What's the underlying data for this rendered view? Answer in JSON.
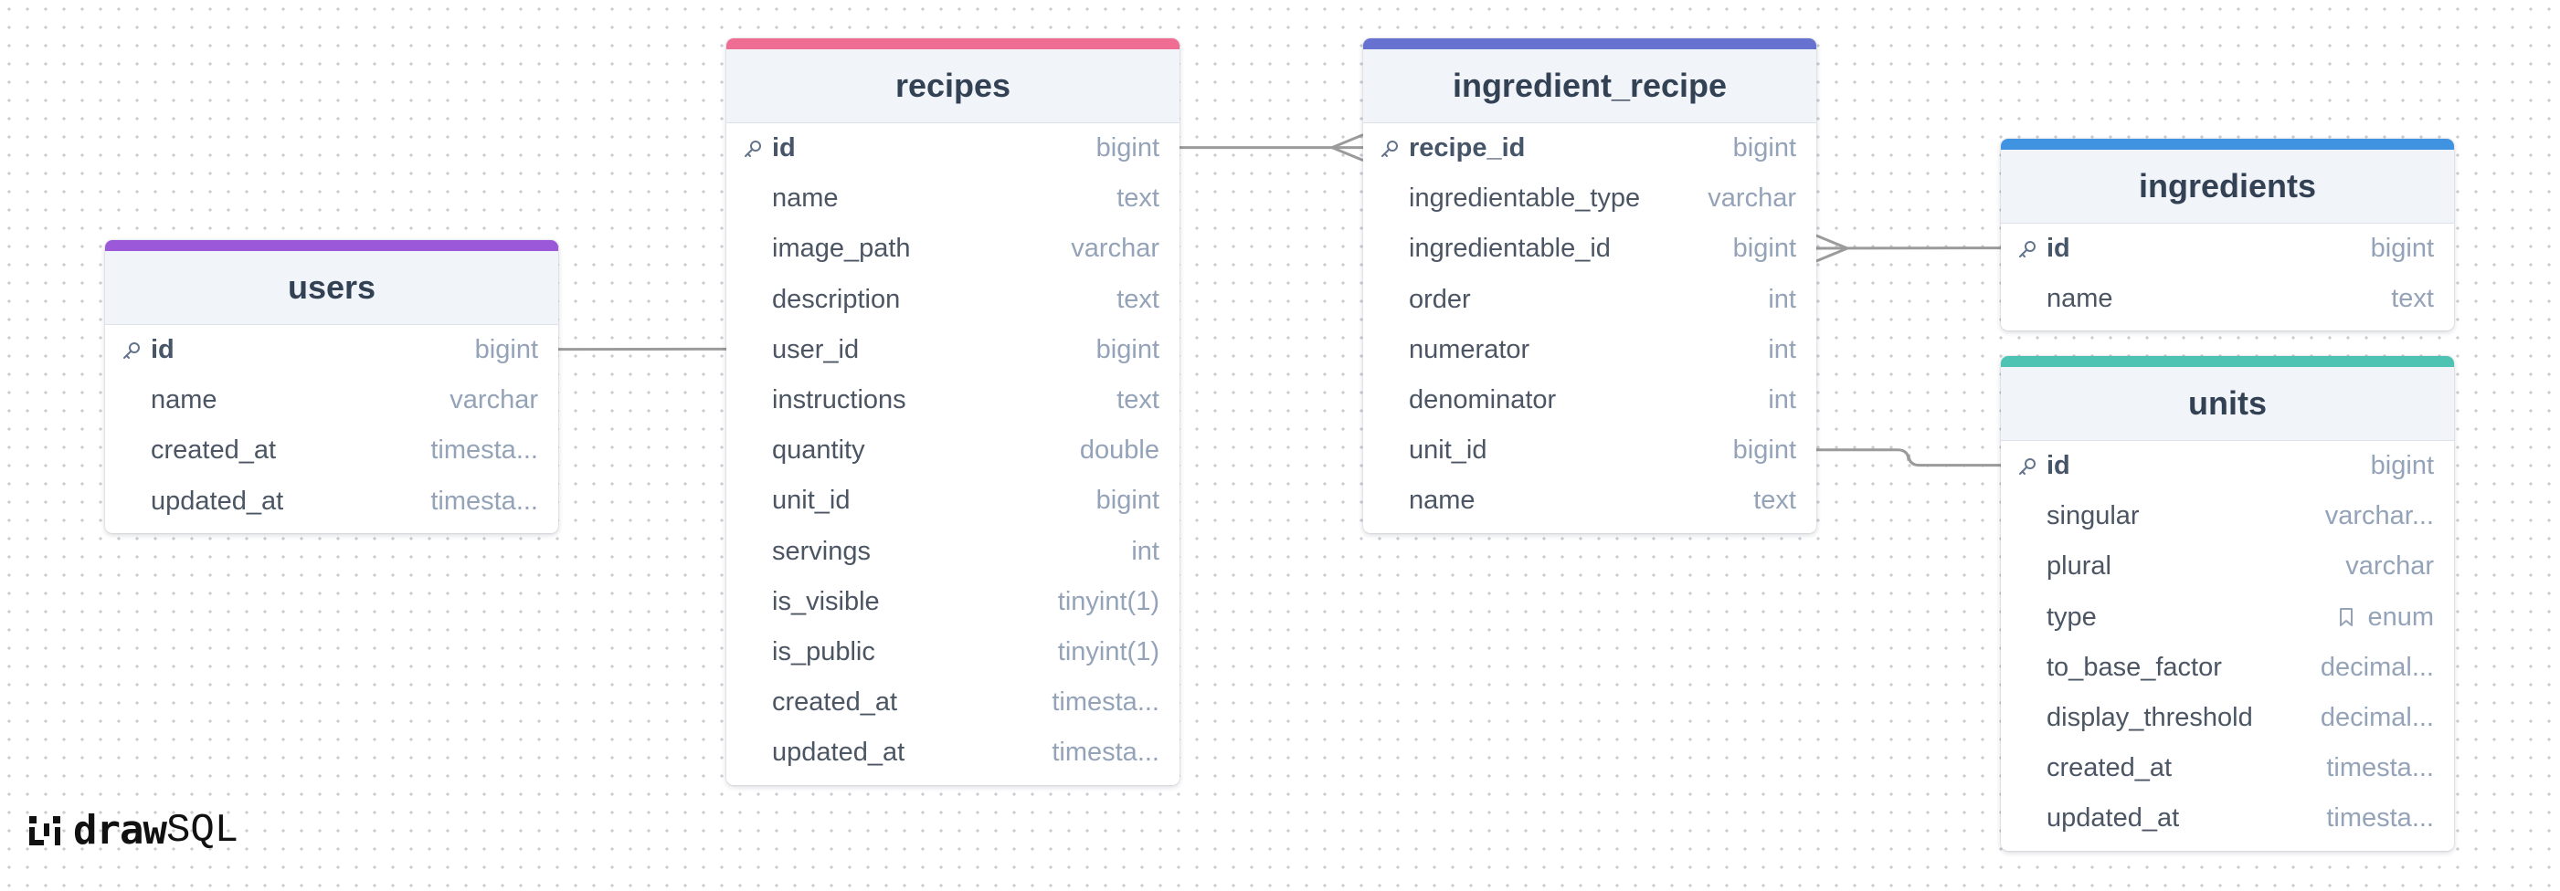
{
  "colors": {
    "canvas_dots": "#c8ccd2",
    "relation_line": "#9b9b9b",
    "header_bg": "#f1f4f8",
    "users_accent": "#9b59d9",
    "recipes_accent": "#ef6d93",
    "ingredient_recipe_accent": "#6772d0",
    "ingredients_accent": "#3f93e0",
    "units_accent": "#4ec3b3"
  },
  "tables": {
    "users": {
      "name": "users",
      "accent": "#9b59d9",
      "columns": [
        {
          "name": "id",
          "type": "bigint",
          "pk": true
        },
        {
          "name": "name",
          "type": "varchar"
        },
        {
          "name": "created_at",
          "type": "timesta..."
        },
        {
          "name": "updated_at",
          "type": "timesta..."
        }
      ]
    },
    "recipes": {
      "name": "recipes",
      "accent": "#ef6d93",
      "columns": [
        {
          "name": "id",
          "type": "bigint",
          "pk": true
        },
        {
          "name": "name",
          "type": "text"
        },
        {
          "name": "image_path",
          "type": "varchar"
        },
        {
          "name": "description",
          "type": "text"
        },
        {
          "name": "user_id",
          "type": "bigint"
        },
        {
          "name": "instructions",
          "type": "text"
        },
        {
          "name": "quantity",
          "type": "double"
        },
        {
          "name": "unit_id",
          "type": "bigint"
        },
        {
          "name": "servings",
          "type": "int"
        },
        {
          "name": "is_visible",
          "type": "tinyint(1)"
        },
        {
          "name": "is_public",
          "type": "tinyint(1)"
        },
        {
          "name": "created_at",
          "type": "timesta..."
        },
        {
          "name": "updated_at",
          "type": "timesta..."
        }
      ]
    },
    "ingredient_recipe": {
      "name": "ingredient_recipe",
      "accent": "#6772d0",
      "columns": [
        {
          "name": "recipe_id",
          "type": "bigint",
          "pk": true
        },
        {
          "name": "ingredientable_type",
          "type": "varchar"
        },
        {
          "name": "ingredientable_id",
          "type": "bigint"
        },
        {
          "name": "order",
          "type": "int"
        },
        {
          "name": "numerator",
          "type": "int"
        },
        {
          "name": "denominator",
          "type": "int"
        },
        {
          "name": "unit_id",
          "type": "bigint"
        },
        {
          "name": "name",
          "type": "text"
        }
      ]
    },
    "ingredients": {
      "name": "ingredients",
      "accent": "#3f93e0",
      "columns": [
        {
          "name": "id",
          "type": "bigint",
          "pk": true
        },
        {
          "name": "name",
          "type": "text"
        }
      ]
    },
    "units": {
      "name": "units",
      "accent": "#4ec3b3",
      "columns": [
        {
          "name": "id",
          "type": "bigint",
          "pk": true
        },
        {
          "name": "singular",
          "type": "varchar..."
        },
        {
          "name": "plural",
          "type": "varchar"
        },
        {
          "name": "type",
          "type": "enum",
          "icon": "bookmark-icon"
        },
        {
          "name": "to_base_factor",
          "type": "decimal..."
        },
        {
          "name": "display_threshold",
          "type": "decimal..."
        },
        {
          "name": "created_at",
          "type": "timesta..."
        },
        {
          "name": "updated_at",
          "type": "timesta..."
        }
      ]
    }
  },
  "relations": [
    {
      "from": "users.id",
      "to": "recipes.user_id",
      "from_cardinality": "one",
      "to_cardinality": "one"
    },
    {
      "from": "recipes.id",
      "to": "ingredient_recipe.recipe_id",
      "from_cardinality": "one",
      "to_cardinality": "many"
    },
    {
      "from": "ingredients.id",
      "to": "ingredient_recipe.ingredientable_id",
      "from_cardinality": "one",
      "to_cardinality": "many"
    },
    {
      "from": "units.id",
      "to": "ingredient_recipe.unit_id",
      "from_cardinality": "one",
      "to_cardinality": "one"
    }
  ],
  "logo": {
    "bold": "draw",
    "light": "SQL"
  }
}
